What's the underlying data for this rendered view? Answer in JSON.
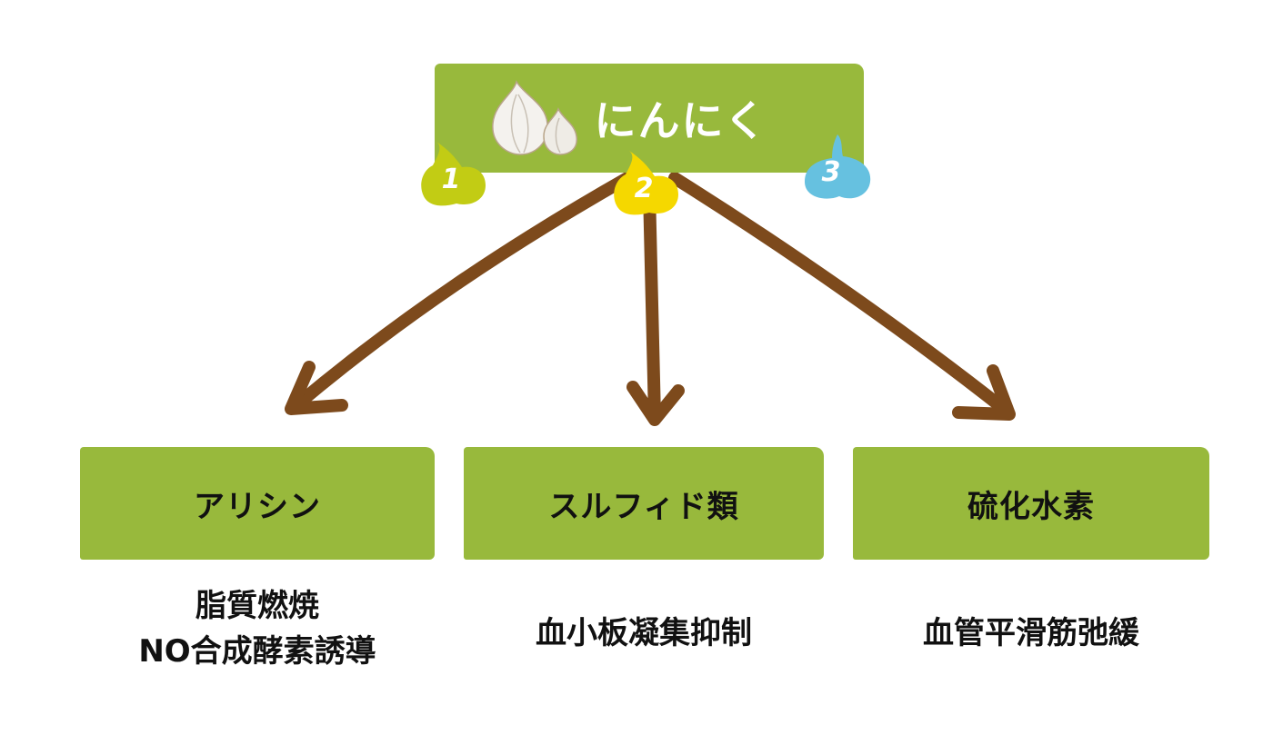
{
  "root": {
    "title": "にんにく",
    "icon": "garlic-icon",
    "badges": [
      {
        "label": "1",
        "color": "#c2cc14"
      },
      {
        "label": "2",
        "color": "#f5d800"
      },
      {
        "label": "3",
        "color": "#66c1e0"
      }
    ]
  },
  "children": [
    {
      "label": "アリシン",
      "effects": [
        "脂質燃焼",
        "NO合成酵素誘導"
      ]
    },
    {
      "label": "スルフィド類",
      "effects": [
        "血小板凝集抑制"
      ]
    },
    {
      "label": "硫化水素",
      "effects": [
        "血管平滑筋弛緩"
      ]
    }
  ],
  "colors": {
    "box": "#98b93c",
    "arrow": "#7d4a1c",
    "title_text": "#ffffff",
    "label_text": "#111111"
  }
}
